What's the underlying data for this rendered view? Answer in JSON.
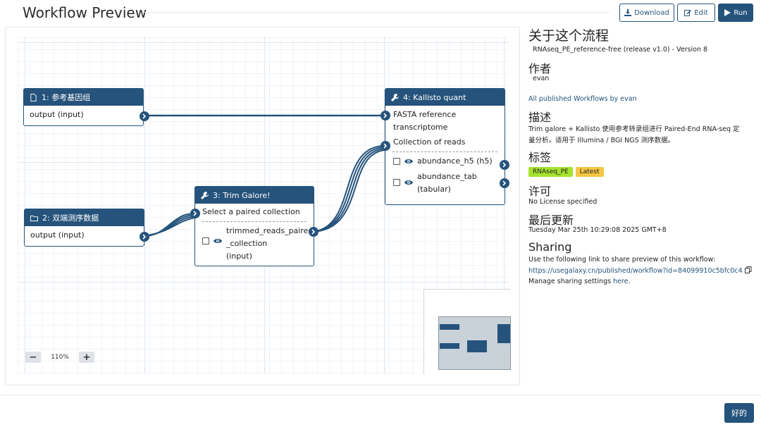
{
  "header": {
    "title": "Workflow Preview"
  },
  "toolbar": {
    "download_label": "Download",
    "edit_label": "Edit",
    "run_label": "Run"
  },
  "canvas": {
    "nodes": {
      "n1": {
        "title": "1: 参考基因组",
        "output": "output (input)"
      },
      "n2": {
        "title": "2: 双端测序数据",
        "output": "output (input)"
      },
      "n3": {
        "title": "3: Trim Galore!",
        "input": "Select a paired collection",
        "output_line1": "trimmed_reads_paired",
        "output_line2": "_collection",
        "output_line3": "(input)"
      },
      "n4": {
        "title": "4: Kallisto quant",
        "input1_line1": "FASTA reference",
        "input1_line2": "transcriptome",
        "input2": "Collection of reads",
        "output1": "abundance_h5 (h5)",
        "output2_line1": "abundance_tab",
        "output2_line2": "(tabular)"
      }
    },
    "zoom": {
      "minus": "−",
      "value": "110%",
      "plus": "+"
    }
  },
  "sidebar": {
    "about_heading": "关于这个流程",
    "workflow_name": "RNAseq_PE_reference-free (release v1.0) - Version 8",
    "author_heading": "作者",
    "author": "evan",
    "all_published": "All published Workflows by evan",
    "desc_heading": "描述",
    "desc_line1": "Trim galore + Kallisto 使用参考转录组进行 Paired-End RNA-seq 定",
    "desc_line2": "量分析。适用于 Illumina / BGI NGS 测序数据。",
    "tags_heading": "标签",
    "tags": [
      "RNAseq_PE",
      "Latest"
    ],
    "license_heading": "许可",
    "license": "No License specified",
    "updated_heading": "最后更新",
    "updated": "Tuesday Mar 25th 10:29:08 2025 GMT+8",
    "sharing_heading": "Sharing",
    "sharing_text": "Use the following link to share preview of this workflow:",
    "sharing_link": "https://usegalaxy.cn/published/workflow?id=84099910c5bfc0c4",
    "manage_text": "Manage sharing settings",
    "manage_link": "here",
    "manage_end": "."
  },
  "footer": {
    "ok_label": "好的"
  },
  "colors": {
    "primary": "#25537b",
    "tag_green": "#a6e22e",
    "tag_yellow": "#f6c744"
  }
}
